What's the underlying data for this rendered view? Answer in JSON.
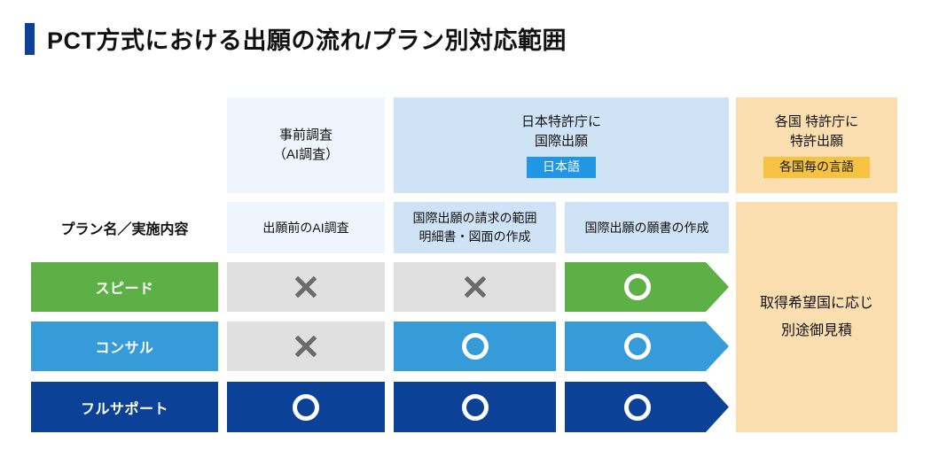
{
  "title": {
    "text": "PCT方式における出願の流れ/プラン別対応範囲",
    "accent_color": "#0b4298"
  },
  "headers": [
    {
      "name": "prior-art-search",
      "lines": [
        "事前調査",
        "（AI調査）"
      ],
      "badge": null,
      "bg": "#eef5fd"
    },
    {
      "name": "jpo-international-filing",
      "lines": [
        "日本特許庁に",
        "国際出願"
      ],
      "badge": "日本語",
      "badge_bg": "#2196e3",
      "bg": "#cfe3f7"
    },
    {
      "name": "national-phase-filing",
      "lines": [
        "各国 特許庁に",
        "特許出願"
      ],
      "badge": "各国毎の言語",
      "badge_bg": "#f5c242",
      "bg": "#fadeb0"
    }
  ],
  "subheader": {
    "row_label": "プラン名／実施内容",
    "cells": [
      {
        "name": "pre-filing-ai-search",
        "lines": [
          "出願前のAI調査"
        ]
      },
      {
        "name": "claims-spec-drawings",
        "lines": [
          "国際出願の請求の範囲",
          "明細書・図面の作成"
        ]
      },
      {
        "name": "request-form-preparation",
        "lines": [
          "国際出願の願書の作成"
        ]
      }
    ]
  },
  "plans": [
    {
      "name": "speed",
      "label": "スピード",
      "color": "#5cb046",
      "marks": [
        "cross",
        "cross",
        "circle"
      ]
    },
    {
      "name": "consul",
      "label": "コンサル",
      "color": "#369bd9",
      "marks": [
        "cross",
        "circle",
        "circle"
      ]
    },
    {
      "name": "full-support",
      "label": "フルサポート",
      "color": "#0b4298",
      "marks": [
        "circle",
        "circle",
        "circle"
      ]
    }
  ],
  "quote_panel": {
    "lines": [
      "取得希望国に応じ",
      "別途御見積"
    ],
    "bg": "#fadeb0"
  },
  "legend": {
    "available": "○",
    "unavailable": "×",
    "unavailable_bg": "#e0e0e0"
  }
}
